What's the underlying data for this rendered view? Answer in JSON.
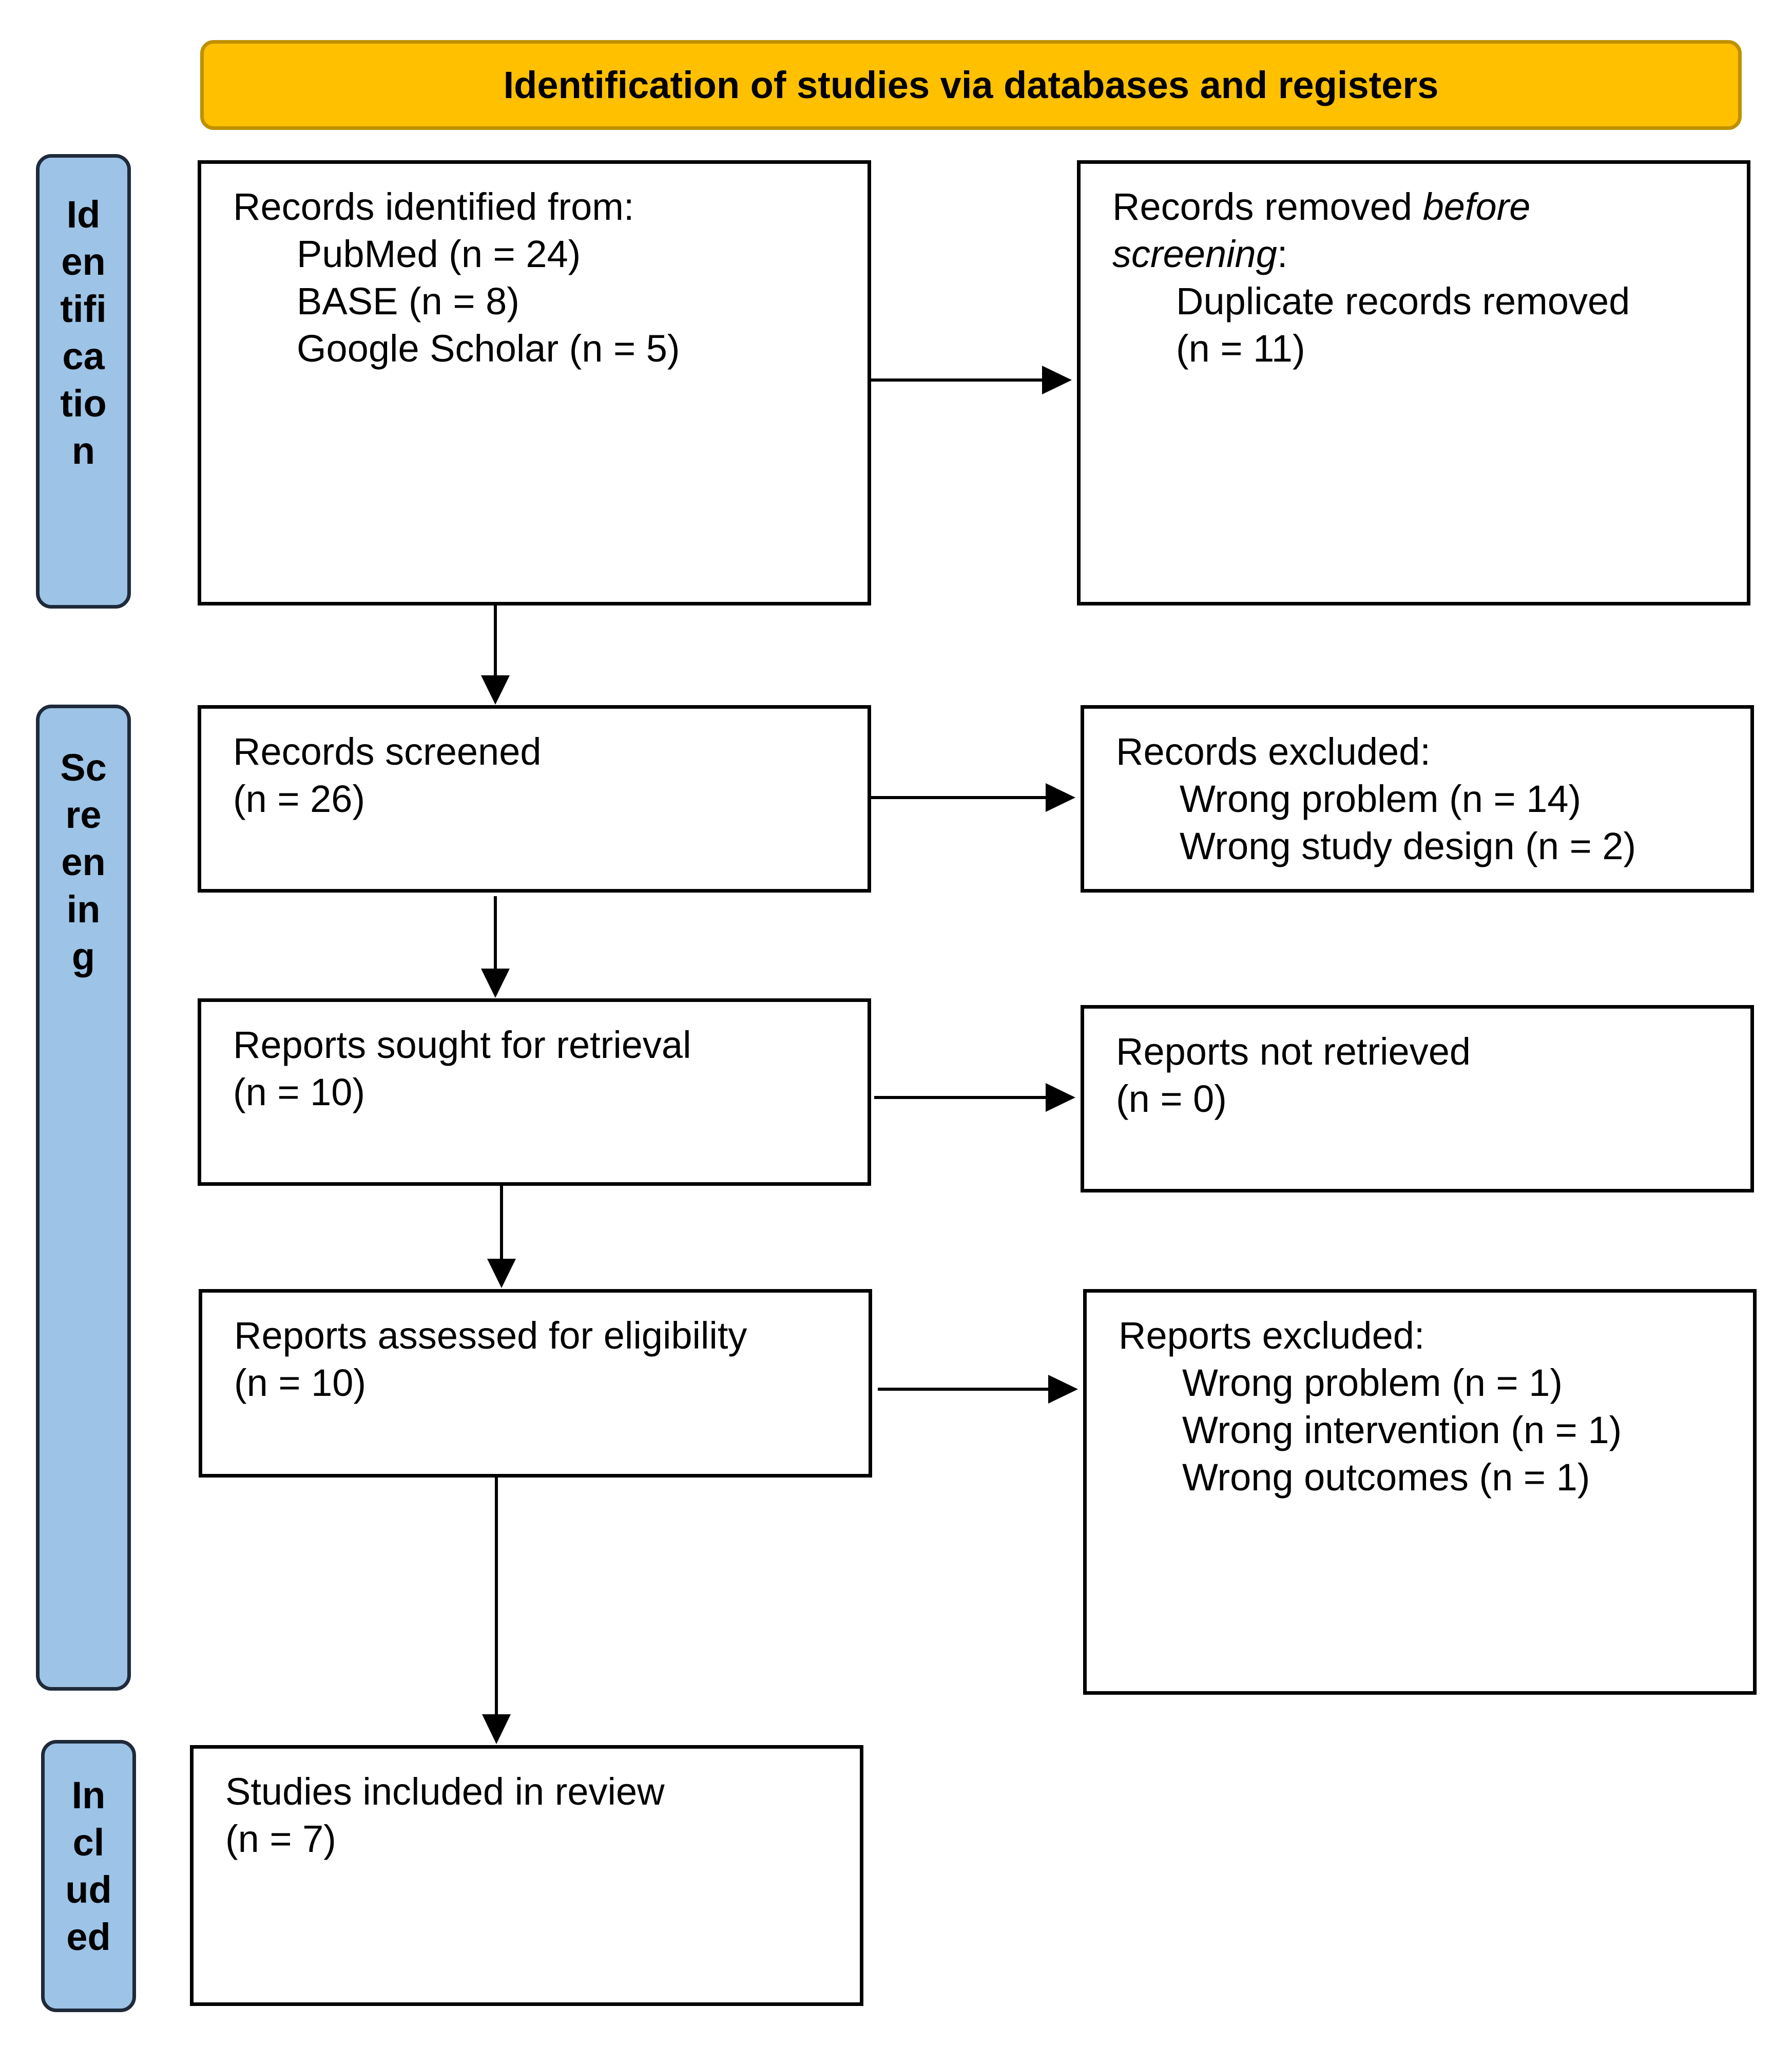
{
  "header": {
    "title": "Identification of studies via databases and registers"
  },
  "phases": {
    "identification": [
      "Id",
      "en",
      "tifi",
      "ca",
      "tio",
      "n"
    ],
    "screening": [
      "Sc",
      "re",
      "en",
      "in",
      "g"
    ],
    "included": [
      "In",
      "cl",
      "ud",
      "ed"
    ]
  },
  "identified": {
    "heading": "Records identified from:",
    "pubmed": "PubMed (n = 24)",
    "base": "BASE (n = 8)",
    "scholar": "Google Scholar (n = 5)"
  },
  "removed": {
    "prefix": "Records removed ",
    "italic1": "before",
    "italic2": "screening",
    "suffix": ":",
    "item": "Duplicate records removed",
    "count": "(n = 11)"
  },
  "screened": {
    "label": "Records screened",
    "count": "(n = 26)"
  },
  "excluded": {
    "heading": "Records excluded:",
    "item1": "Wrong problem (n = 14)",
    "item2": "Wrong study design (n = 2)"
  },
  "sought": {
    "label": "Reports sought for retrieval",
    "count": "(n = 10)"
  },
  "not_retrieved": {
    "label": "Reports not retrieved",
    "count": "(n = 0)"
  },
  "assessed": {
    "label": "Reports assessed for eligibility",
    "count": "(n = 10)"
  },
  "reports_excluded": {
    "heading": "Reports excluded:",
    "item1": "Wrong problem (n = 1)",
    "item2": "Wrong intervention (n = 1)",
    "item3": "Wrong outcomes (n = 1)"
  },
  "included_box": {
    "label": "Studies included in review",
    "count": "(n = 7)"
  }
}
